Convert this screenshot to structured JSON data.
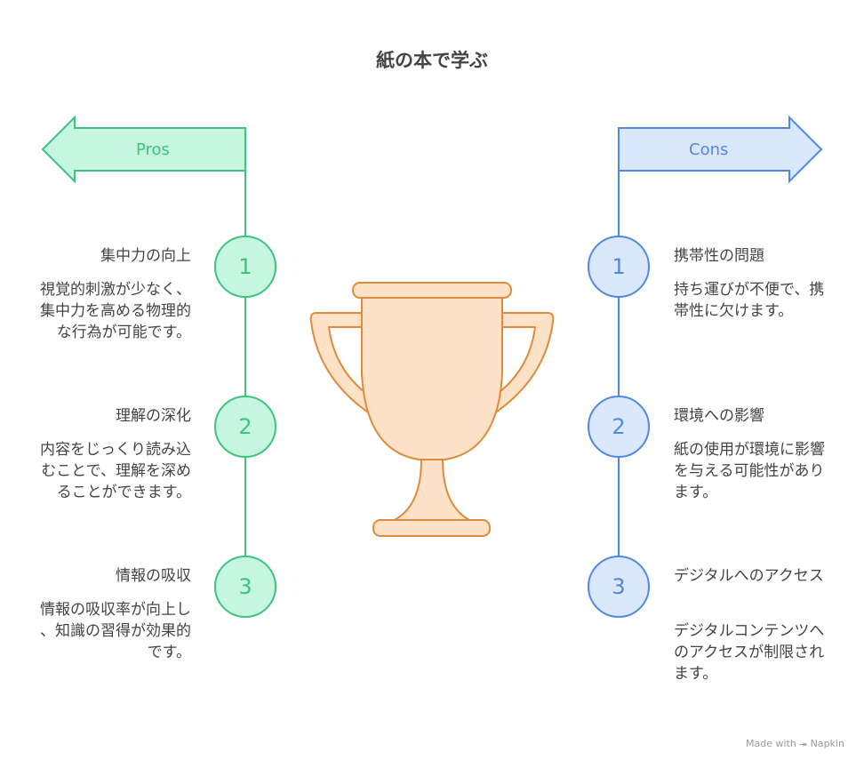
{
  "title": "紙の本で学ぶ",
  "pros": {
    "label": "Pros",
    "items": [
      {
        "number": "1",
        "heading": "集中力の向上",
        "description": "視覚的刺激が少なく、集中力を高める物理的な行為が可能です。"
      },
      {
        "number": "2",
        "heading": "理解の深化",
        "description": "内容をじっくり読み込むことで、理解を深めることができます。"
      },
      {
        "number": "3",
        "heading": "情報の吸収",
        "description": "情報の吸収率が向上し、知識の習得が効果的です。"
      }
    ]
  },
  "cons": {
    "label": "Cons",
    "items": [
      {
        "number": "1",
        "heading": "携帯性の問題",
        "description": "持ち運びが不便で、携帯性に欠けます。"
      },
      {
        "number": "2",
        "heading": "環境への影響",
        "description": "紙の使用が環境に影響を与える可能性があります。"
      },
      {
        "number": "3",
        "heading": "デジタルへのアクセス",
        "description": "デジタルコンテンツへのアクセスが制限されます。"
      }
    ]
  },
  "footer": "Made with ⯮ Napkin",
  "colors": {
    "pros": "#3cc47c",
    "cons": "#4f88e5",
    "trophy_fill": "#fde2c8",
    "trophy_stroke": "#e08a3c"
  }
}
